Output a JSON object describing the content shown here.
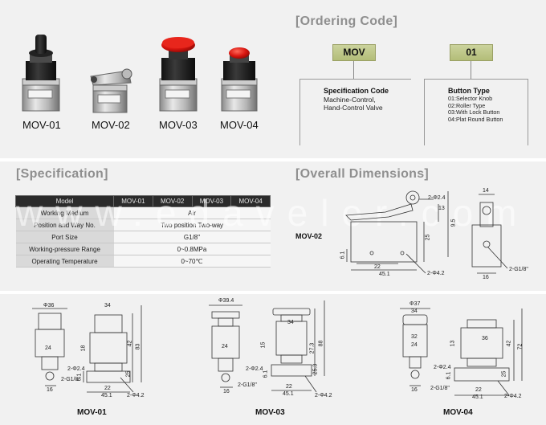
{
  "products": [
    {
      "label": "MOV-01",
      "cap": "knob"
    },
    {
      "label": "MOV-02",
      "cap": "roller"
    },
    {
      "label": "MOV-03",
      "cap": "lock"
    },
    {
      "label": "MOV-04",
      "cap": "round"
    }
  ],
  "ordering": {
    "heading": "[Ordering Code]",
    "code1": "MOV",
    "code2": "01",
    "spec_title": "Specification Code",
    "spec_text": "Machine-Control,\nHand-Control Valve",
    "button_title": "Button Type",
    "button_items": [
      "01:Selector Knob",
      "02:Roller Type",
      "03:With Lock Button",
      "04:Plat Round Button"
    ]
  },
  "specification": {
    "heading": "[Specification]",
    "headers": [
      "Model",
      "MOV-01",
      "MOV-02",
      "MOV-03",
      "MOV-04"
    ],
    "rows": [
      {
        "label": "Working Medium",
        "value": "Air"
      },
      {
        "label": "Position and Way No.",
        "value": "Two position Two-way"
      },
      {
        "label": "Port Size",
        "value": "G1/8\""
      },
      {
        "label": "Working-pressure Range",
        "value": "0~0.8MPa"
      },
      {
        "label": "Operating Temperature",
        "value": "0~70℃"
      }
    ]
  },
  "watermark": "www.edaveler.com",
  "overall": {
    "heading": "[Overall Dimensions]",
    "model": "MOV-02",
    "dims": {
      "d1": "2-Φ2.4",
      "d2": "13",
      "d3": "9.5",
      "d4": "25",
      "d5": "6.1",
      "d6": "22",
      "d7": "45.1",
      "d8": "2-Φ4.2",
      "d9": "14",
      "d10": "16",
      "d11": "2-G1/8\""
    }
  },
  "bottom": [
    {
      "label": "MOV-01",
      "top_dia": "Φ36",
      "w": "34",
      "h1": "18",
      "h2": "42",
      "h3": "83",
      "a": "24",
      "b": "2-Φ2.4",
      "c": "25",
      "d": "6.1",
      "e": "22",
      "f": "45.1",
      "g": "2-Φ4.2",
      "port": "2-G1/8\"",
      "side": "16"
    },
    {
      "label": "MOV-03",
      "top_dia": "Φ39.4",
      "w": "34",
      "h1": "15",
      "h2": "27.3",
      "h3": "88",
      "a": "24",
      "b": "2-Φ2.4",
      "c": "25.3",
      "d": "6.1",
      "e": "22",
      "f": "45.1",
      "g": "2-Φ4.2",
      "port": "2-G1/8\"",
      "side": "16"
    },
    {
      "label": "MOV-04",
      "top_dia": "Φ37",
      "w": "34",
      "h1": "13",
      "h2": "42",
      "h3": "72",
      "a": "36",
      "b": "2-Φ2.4",
      "c": "25",
      "d": "6.1",
      "e": "22",
      "f": "45.1",
      "g": "2-Φ4.2",
      "port": "2-G1/8\"",
      "side": "16",
      "w2": "32",
      "w3": "24"
    }
  ]
}
